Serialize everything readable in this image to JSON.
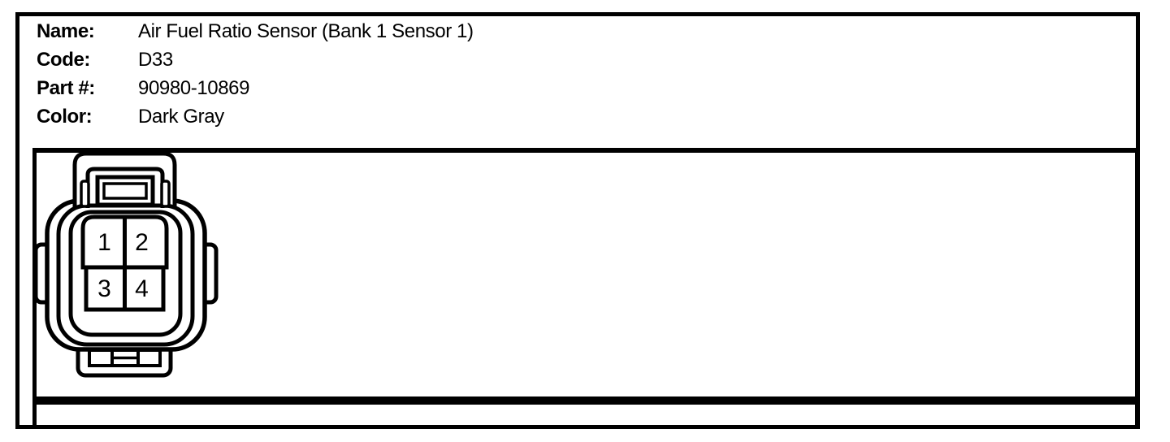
{
  "page": {
    "background_color": "#ffffff",
    "ink_color": "#000000"
  },
  "header": {
    "fields": [
      {
        "label": "Name:",
        "value": "Air Fuel Ratio Sensor (Bank 1 Sensor 1)"
      },
      {
        "label": "Code:",
        "value": "D33"
      },
      {
        "label": "Part #:",
        "value": "90980-10869"
      },
      {
        "label": "Color:",
        "value": "Dark Gray"
      }
    ]
  },
  "connector": {
    "description": "4-pin connector, front view, 2x2 pin cavity grid",
    "pins": [
      "1",
      "2",
      "3",
      "4"
    ]
  }
}
